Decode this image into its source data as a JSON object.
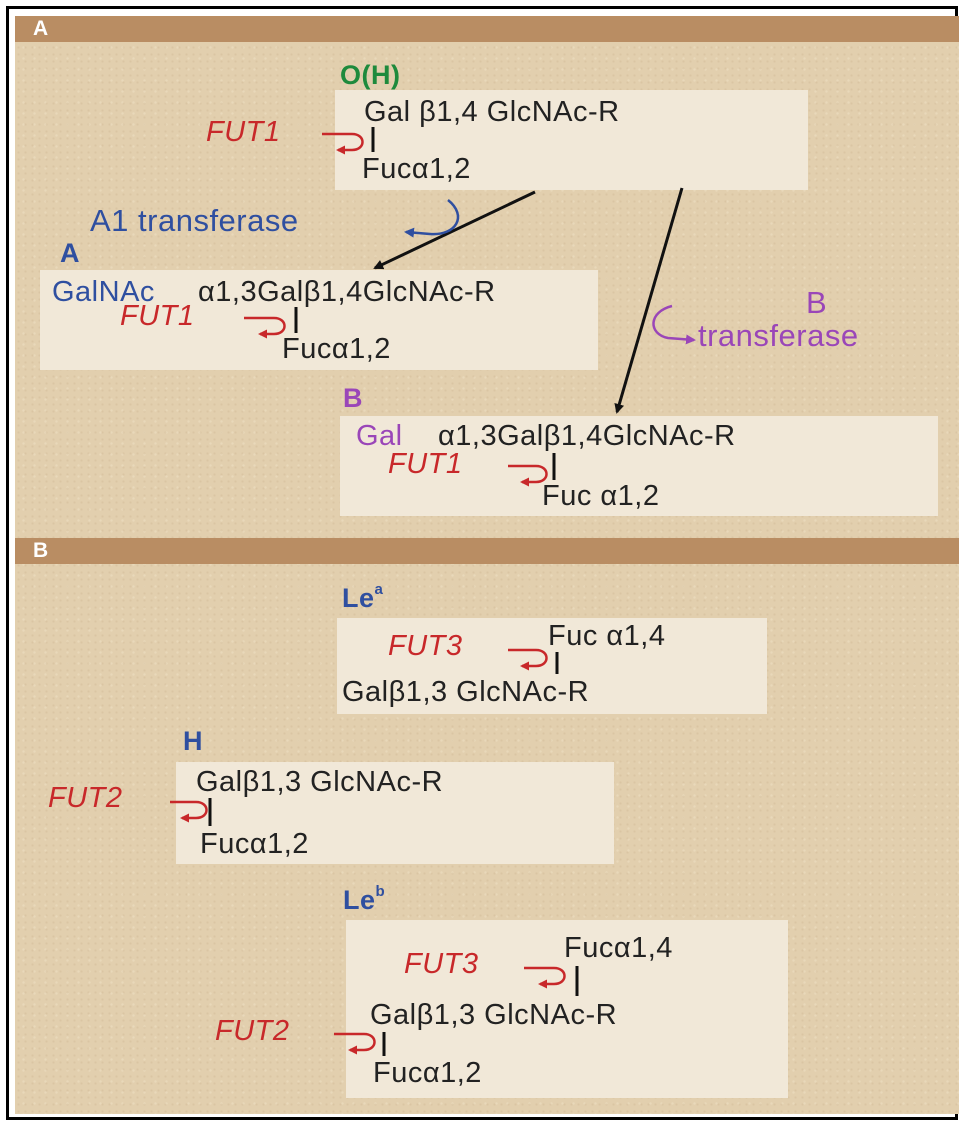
{
  "panelA": {
    "band_label": "A",
    "oh": {
      "heading": "O(H)",
      "line1": "Gal β1,4 GlcNAc-R",
      "line2": "Fucα1,2",
      "enzyme": "FUT1"
    },
    "a1_transferase": "A1 transferase",
    "a": {
      "heading": "A",
      "prefix": "GalNAc",
      "line1_rest": "α1,3Galβ1,4GlcNAc-R",
      "line2": "Fucα1,2",
      "enzyme": "FUT1"
    },
    "b_transferase": {
      "line1": "B",
      "line2": "transferase"
    },
    "b": {
      "heading": "B",
      "prefix": "Gal",
      "line1_rest": "α1,3Galβ1,4GlcNAc-R",
      "line2": "Fuc α1,2",
      "enzyme": "FUT1"
    }
  },
  "panelB": {
    "band_label": "B",
    "lea": {
      "heading": "Le",
      "heading_sup": "a",
      "line1": "Fuc α1,4",
      "line2": "Galβ1,3 GlcNAc-R",
      "enzyme": "FUT3"
    },
    "h": {
      "heading": "H",
      "line1": "Galβ1,3 GlcNAc-R",
      "line2": "Fucα1,2",
      "enzyme": "FUT2"
    },
    "leb": {
      "heading": "Le",
      "heading_sup": "b",
      "line1": "Fucα1,4",
      "line2": "Galβ1,3 GlcNAc-R",
      "line3": "Fucα1,2",
      "enzyme1": "FUT3",
      "enzyme2": "FUT2"
    }
  },
  "colors": {
    "background": "#e2cfae",
    "band": "#b98d63",
    "box": "#f1e8d8",
    "enzyme_red": "#c8282a",
    "a_blue": "#2f4fa0",
    "b_purple": "#9a46b8",
    "oh_green": "#1e8a3c"
  }
}
